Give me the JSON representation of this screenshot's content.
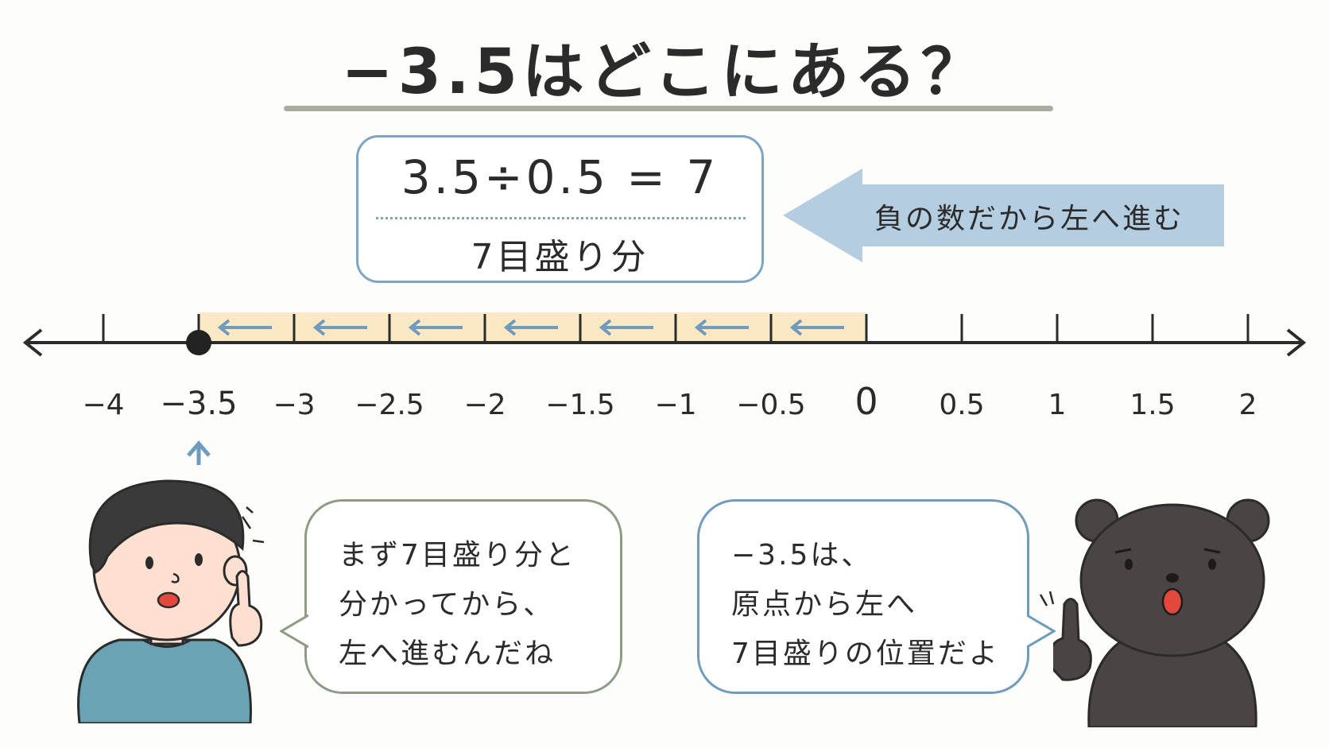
{
  "title": "−3.5はどこにある？",
  "calc": {
    "equation": "3.5÷0.5 = 7",
    "result": "7目盛り分"
  },
  "direction_note": "負の数だから左へ進む",
  "number_line": {
    "ticks": [
      {
        "value": -4,
        "label": "−4"
      },
      {
        "value": -3.5,
        "label": "−3.5"
      },
      {
        "value": -3,
        "label": "−3"
      },
      {
        "value": -2.5,
        "label": "−2.5"
      },
      {
        "value": -2,
        "label": "−2"
      },
      {
        "value": -1.5,
        "label": "−1.5"
      },
      {
        "value": -1,
        "label": "−1"
      },
      {
        "value": -0.5,
        "label": "−0.5"
      },
      {
        "value": 0,
        "label": "0"
      },
      {
        "value": 0.5,
        "label": "0.5"
      },
      {
        "value": 1,
        "label": "1"
      },
      {
        "value": 1.5,
        "label": "1.5"
      },
      {
        "value": 2,
        "label": "2"
      }
    ],
    "point_value": -3.5,
    "highlight_from": -3.5,
    "highlight_to": 0,
    "step": 0.5,
    "colors": {
      "line": "#2b2b2b",
      "highlight": "#fbe9c6",
      "arrow": "#6f9bbd",
      "point": "#222222"
    }
  },
  "bubble_left": {
    "lines": [
      "まず7目盛り分と",
      "分かってから、",
      "左へ進むんだね"
    ]
  },
  "bubble_right": {
    "lines": [
      "−3.5は、",
      "原点から左へ",
      "7目盛りの位置だよ"
    ]
  },
  "colors": {
    "title_underline": "#a9ada0",
    "calc_border": "#7ea6c4",
    "direction_arrow": "#b5cde0",
    "shirt": "#6aa3b4",
    "bear": "#4a4445"
  },
  "icons": [
    "boy-character-icon",
    "bear-character-icon",
    "pointing-finger-icon",
    "up-arrow-icon"
  ]
}
